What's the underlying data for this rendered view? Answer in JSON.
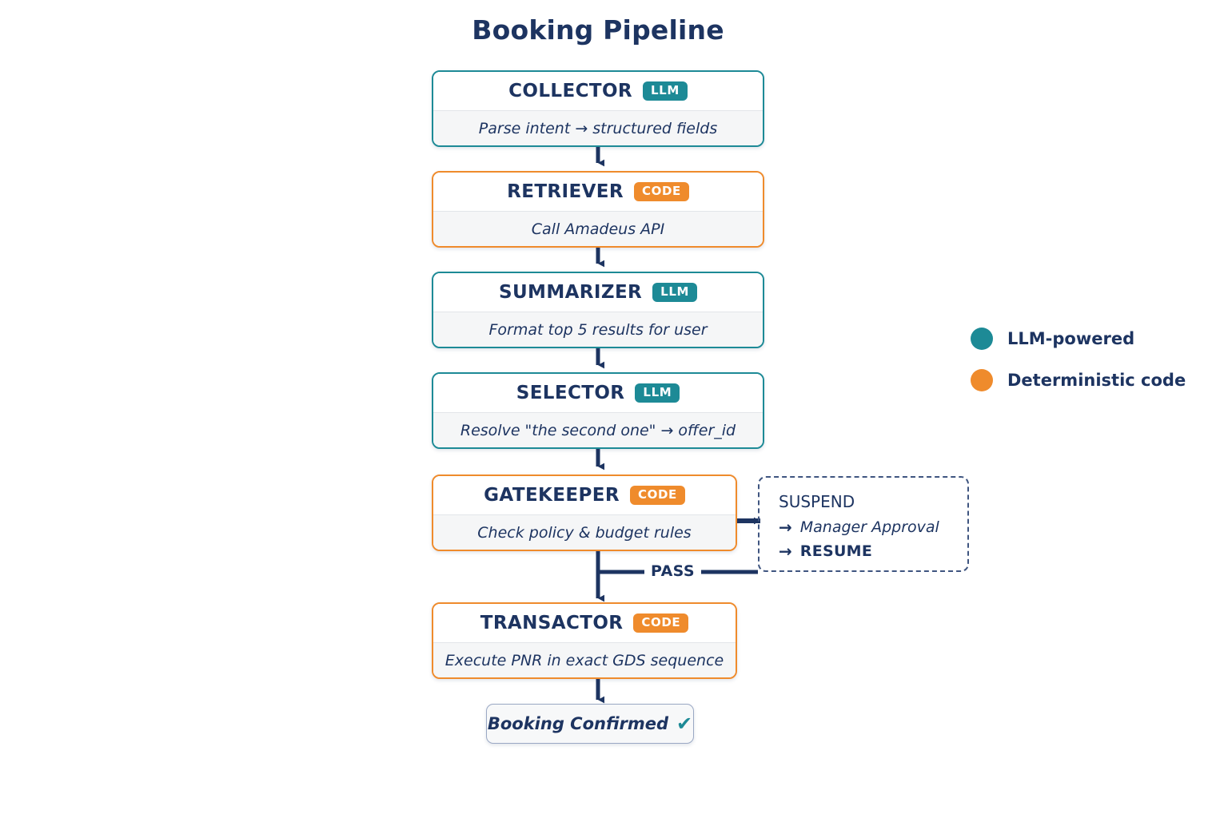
{
  "title": "Booking Pipeline",
  "colors": {
    "llm": "#1d8a96",
    "code": "#ef8b2c",
    "navy": "#1d3461",
    "body_bg": "#f5f6f7",
    "background": "#ffffff"
  },
  "nodes": [
    {
      "name": "COLLECTOR",
      "badge": "LLM",
      "kind": "llm",
      "description": "Parse intent → structured fields"
    },
    {
      "name": "RETRIEVER",
      "badge": "CODE",
      "kind": "code",
      "description": "Call Amadeus API"
    },
    {
      "name": "SUMMARIZER",
      "badge": "LLM",
      "kind": "llm",
      "description": "Format top 5 results for user"
    },
    {
      "name": "SELECTOR",
      "badge": "LLM",
      "kind": "llm",
      "description": "Resolve \"the second one\" → offer_id"
    },
    {
      "name": "GATEKEEPER",
      "badge": "CODE",
      "kind": "code",
      "description": "Check policy & budget rules"
    },
    {
      "name": "TRANSACTOR",
      "badge": "CODE",
      "kind": "code",
      "description": "Execute PNR in exact GDS sequence"
    }
  ],
  "suspend": {
    "title": "SUSPEND",
    "rows": [
      {
        "arrow": "→",
        "text": "Manager Approval"
      },
      {
        "arrow": "→",
        "text": "RESUME"
      }
    ]
  },
  "branch": {
    "pass_label": "PASS"
  },
  "terminal": {
    "label": "Booking Confirmed",
    "check": "✔"
  },
  "legend": [
    {
      "label": "LLM-powered",
      "color": "#1d8a96"
    },
    {
      "label": "Deterministic code",
      "color": "#ef8b2c"
    }
  ]
}
